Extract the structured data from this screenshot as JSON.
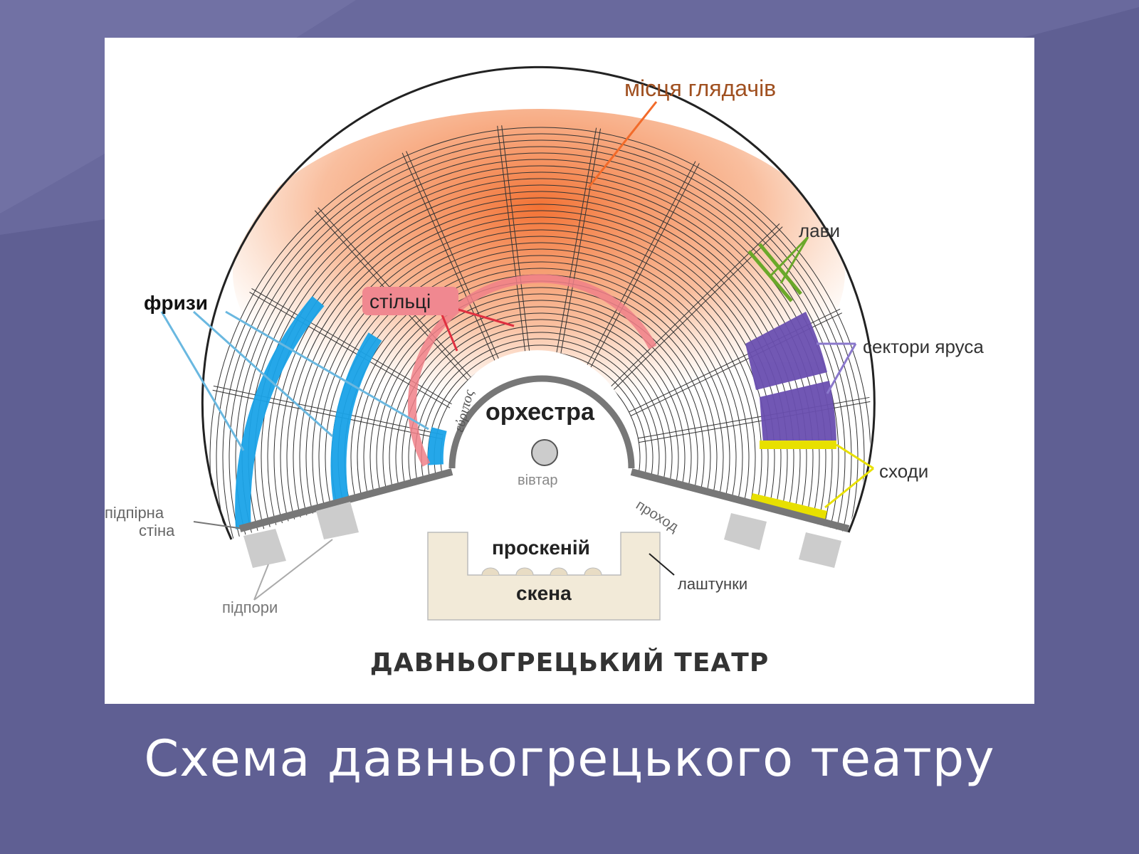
{
  "slide": {
    "caption": "Схема давньогрецького театру",
    "background_color": "#5f5f93"
  },
  "diagram": {
    "title": "ДАВНЬОГРЕЦЬКИЙ ТЕАТР",
    "labels": {
      "seats": "місця глядачів",
      "benches": "лави",
      "tier_sectors": "сектори яруса",
      "stairs": "сходи",
      "friezes": "фризи",
      "chairs": "стільці",
      "euripos": "εὐριπος",
      "orchestra": "орхестра",
      "altar": "вівтар",
      "passage": "прохoд",
      "proscenium": "проскеній",
      "skene": "скена",
      "wings": "лаштунки",
      "retaining_wall_line1": "підпірна",
      "retaining_wall_line2": "стіна",
      "supports": "підпори"
    },
    "colors": {
      "seats": "#f26b2a",
      "friezes": "#1aa3e8",
      "benches": "#6aa82a",
      "sectors": "#6a4fb0",
      "stairs": "#e8e000",
      "chairs": "#f08088",
      "wall": "#777777",
      "support": "#cccccc",
      "skene": "#f2ead8"
    }
  }
}
